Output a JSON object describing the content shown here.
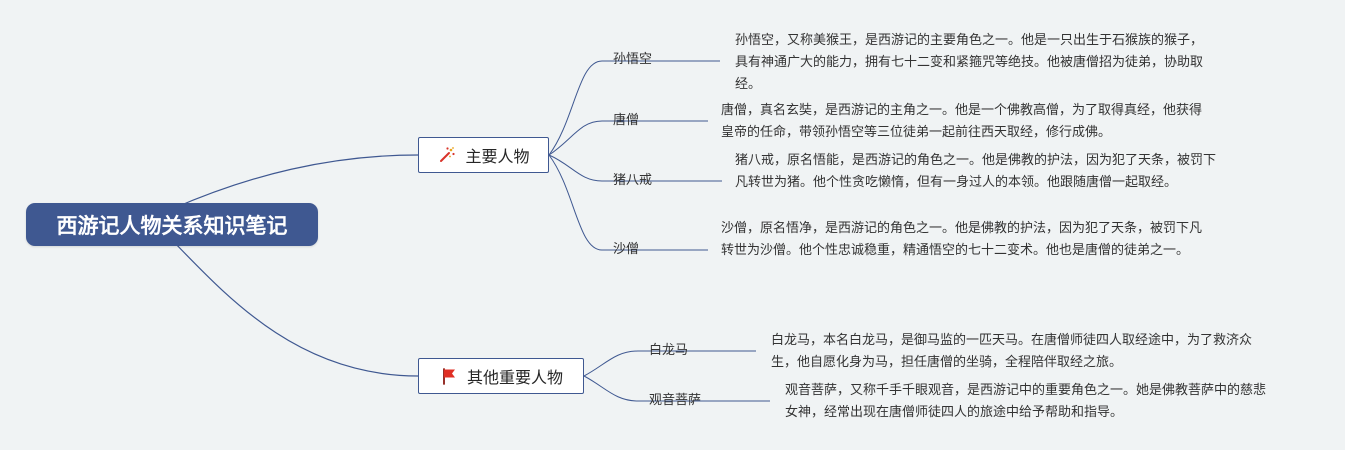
{
  "root": {
    "title": "西游记人物关系知识笔记"
  },
  "categories": [
    {
      "label": "主要人物",
      "icon": "fireworks-icon",
      "children": [
        {
          "name": "孙悟空",
          "description": "孙悟空，又称美猴王，是西游记的主要角色之一。他是一只出生于石猴族的猴子，具有神通广大的能力，拥有七十二变和紧箍咒等绝技。他被唐僧招为徒弟，协助取经。"
        },
        {
          "name": "唐僧",
          "description": "唐僧，真名玄奘，是西游记的主角之一。他是一个佛教高僧，为了取得真经，他获得皇帝的任命，带领孙悟空等三位徒弟一起前往西天取经，修行成佛。"
        },
        {
          "name": "猪八戒",
          "description": "猪八戒，原名悟能，是西游记的角色之一。他是佛教的护法，因为犯了天条，被罚下凡转世为猪。他个性贪吃懒惰，但有一身过人的本领。他跟随唐僧一起取经。"
        },
        {
          "name": "沙僧",
          "description": "沙僧，原名悟净，是西游记的角色之一。他是佛教的护法，因为犯了天条，被罚下凡转世为沙僧。他个性忠诚稳重，精通悟空的七十二变术。他也是唐僧的徒弟之一。"
        }
      ]
    },
    {
      "label": "其他重要人物",
      "icon": "red-flag-icon",
      "children": [
        {
          "name": "白龙马",
          "description": "白龙马，本名白龙马，是御马监的一匹天马。在唐僧师徒四人取经途中，为了救济众生，他自愿化身为马，担任唐僧的坐骑，全程陪伴取经之旅。"
        },
        {
          "name": "观音菩萨",
          "description": "观音菩萨，又称千手千眼观音，是西游记中的重要角色之一。她是佛教菩萨中的慈悲女神，经常出现在唐僧师徒四人的旅途中给予帮助和指导。"
        }
      ]
    }
  ],
  "colors": {
    "background": "#f0f3f4",
    "root_fill": "#3f5891",
    "branch_line": "#3f5891",
    "category_border": "#3f5891"
  }
}
